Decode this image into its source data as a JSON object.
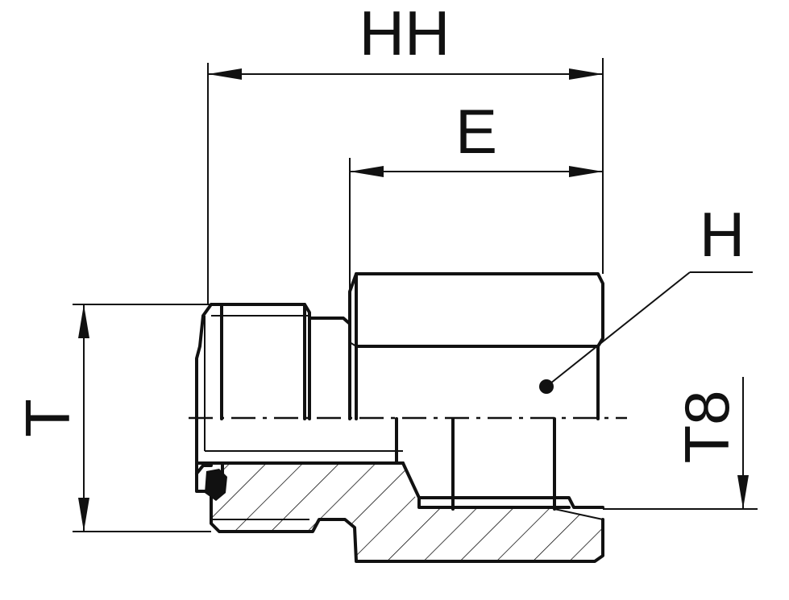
{
  "drawing": {
    "dimensions": {
      "overall_length": "HH",
      "hex_length": "E",
      "hex_size": "H",
      "male_thread": "T",
      "female_thread": "T8"
    },
    "line_color": "#111111",
    "background": "#ffffff"
  }
}
